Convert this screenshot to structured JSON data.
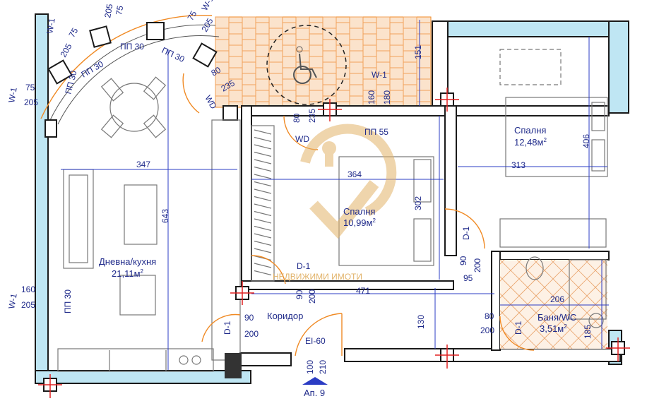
{
  "rooms": {
    "living": {
      "name": "Дневна/кухня",
      "area": "21,11м",
      "sup": "2"
    },
    "bedroom1": {
      "name": "Спалня",
      "area": "10,99м",
      "sup": "2"
    },
    "bedroom2": {
      "name": "Спалня",
      "area": "12,48м",
      "sup": "2"
    },
    "bath": {
      "name": "Баня/WC",
      "area": "3,51м",
      "sup": "2"
    },
    "corridor": {
      "name": "Коридор"
    }
  },
  "dimensions": {
    "d347": "347",
    "d364": "364",
    "d313": "313",
    "d643": "643",
    "d302": "302",
    "d406": "406",
    "d471": "471",
    "d130": "130",
    "d206": "206",
    "d185": "185",
    "d151": "151",
    "d95": "95"
  },
  "windows": {
    "w1_top": "W-1",
    "w1_top_a": "75",
    "w1_top_b": "205",
    "w1_top2": "W-1",
    "w1_top2_a": "75",
    "w1_top2_b": "205",
    "w1_left": "W-1",
    "w1_left_a": "75",
    "w1_left_b": "205",
    "w1_left2": "W-1",
    "w1_left2_a": "160",
    "w1_left2_b": "205",
    "w1_balcony": "W-1",
    "w1_balcony_a": "160",
    "w1_balcony_b": "180",
    "w1_top_r": "W-1",
    "w1_top_r_a": "75",
    "w1_top_r_b": "205"
  },
  "sills": {
    "pp30_a": "ПП 30",
    "pp30_b": "ПП 30",
    "pp30_c": "ПП 30",
    "pp30_d": "ПП 30",
    "pp30_e": "ПП 30",
    "pp55": "ПП 55"
  },
  "doors": {
    "wd1": "WD",
    "wd1_a": "80",
    "wd1_b": "235",
    "wd2": "WD",
    "wd2_a": "80",
    "wd2_b": "235",
    "d1_bed1": "D-1",
    "d1_bed1_a": "90",
    "d1_bed1_b": "200",
    "d1_bed2": "D-1",
    "d1_bed2_a": "90",
    "d1_bed2_b": "200",
    "d1_living": "D-1",
    "d1_living_a": "90",
    "d1_living_b": "200",
    "d1_bath": "D-1",
    "d1_bath_a": "80",
    "d1_bath_b": "200",
    "ei60": "EI-60",
    "ei60_a": "100",
    "ei60_b": "210"
  },
  "apartment": "Ап. 9",
  "watermark": "НЕДВИЖИМИ ИМОТИ",
  "colors": {
    "label": "#1f2a8a",
    "dimension": "#2b3cc4",
    "wall_insulation": "#bfe6f3",
    "balcony": "#f2a25a",
    "watermark": "#e2b36a"
  }
}
